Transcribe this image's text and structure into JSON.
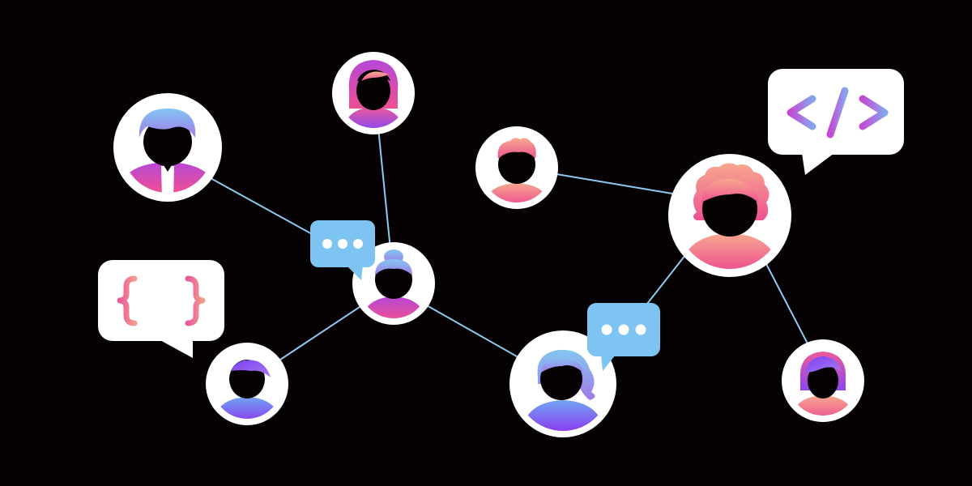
{
  "colors": {
    "background": "#060203",
    "connector": "#8ec9f0",
    "bubble_blue": "#7ec4f2",
    "bubble_white": "#ffffff",
    "avatar_ring": "#ffffff",
    "pink": "#ec4e9b",
    "purple": "#8a46f0",
    "coral": "#f6958e",
    "sky": "#7ec4f2"
  },
  "nodes": [
    {
      "id": "man-tie",
      "hair": "short",
      "palette": "pink-purple",
      "tie": true
    },
    {
      "id": "woman-long-hair",
      "hair": "long",
      "palette": "pink-purple"
    },
    {
      "id": "boy-coral",
      "hair": "spiky",
      "palette": "coral-pink"
    },
    {
      "id": "woman-curly",
      "hair": "curly",
      "palette": "coral-pink"
    },
    {
      "id": "woman-bun",
      "hair": "bun",
      "palette": "blue-pink"
    },
    {
      "id": "person-side-swoop",
      "hair": "swoop",
      "palette": "purple-blue"
    },
    {
      "id": "woman-wavy",
      "hair": "wavy",
      "palette": "blue-purple"
    },
    {
      "id": "girl-bob",
      "hair": "bob",
      "palette": "coral-purple"
    }
  ],
  "links": [
    [
      "man-tie",
      "woman-bun"
    ],
    [
      "woman-long-hair",
      "woman-bun"
    ],
    [
      "woman-bun",
      "person-side-swoop"
    ],
    [
      "woman-bun",
      "woman-wavy"
    ],
    [
      "woman-wavy",
      "woman-curly"
    ],
    [
      "boy-coral",
      "woman-curly"
    ],
    [
      "woman-curly",
      "girl-bob"
    ]
  ],
  "bubbles": [
    {
      "id": "chat-typing-1",
      "kind": "typing",
      "icon": "ellipsis-icon"
    },
    {
      "id": "chat-typing-2",
      "kind": "typing",
      "icon": "ellipsis-icon"
    },
    {
      "id": "code-tag",
      "kind": "code",
      "icon": "code-tag-icon"
    },
    {
      "id": "json-braces",
      "kind": "braces",
      "icon": "curly-braces-icon"
    }
  ]
}
